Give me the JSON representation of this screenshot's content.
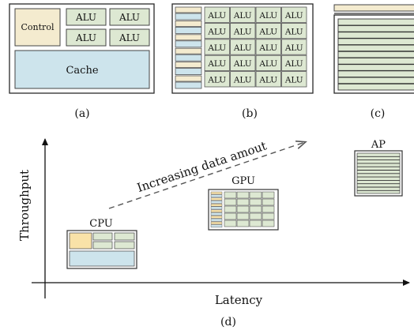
{
  "panel_a": {
    "control_label": "Control",
    "alu_label": "ALU",
    "cache_label": "Cache",
    "caption": "(a)"
  },
  "panel_b": {
    "alu_label": "ALU",
    "caption": "(b)"
  },
  "panel_c": {
    "caption": "(c)"
  },
  "panel_d": {
    "y_axis_label": "Throughput",
    "x_axis_label": "Latency",
    "trend_label": "Increasing data amout",
    "cpu_label": "CPU",
    "gpu_label": "GPU",
    "ap_label": "AP",
    "caption": "(d)"
  },
  "colors": {
    "control_fill": "#f4ebcf",
    "control_fill_small": "#f9e2a8",
    "alu_fill": "#dde8d2",
    "cache_fill": "#cde4ec",
    "frame_stroke": "#2a2a2a",
    "dashed_arrow": "#555555"
  }
}
